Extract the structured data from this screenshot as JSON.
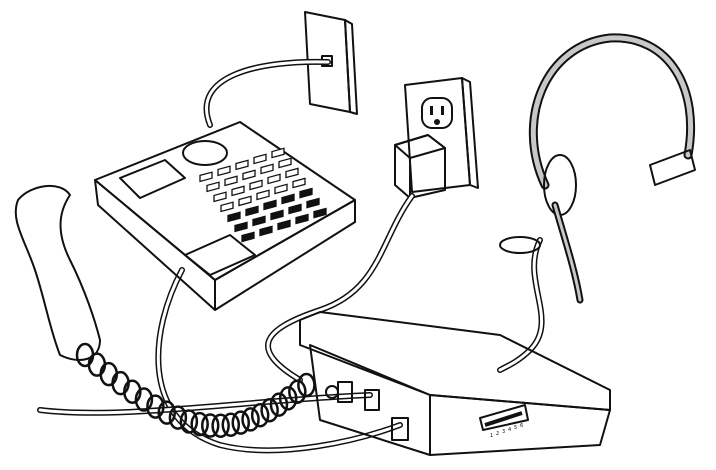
{
  "illustration": {
    "colors": {
      "line": "#111111",
      "shade": "#c8c8c8",
      "dark_shade": "#9a9a9a",
      "background": "#ffffff"
    },
    "parts": [
      "wall-phone-jack",
      "power-outlet",
      "power-adapter",
      "desk-telephone",
      "handset",
      "coiled-cord",
      "headset",
      "amplifier-base"
    ],
    "base_switch_labels": [
      "1",
      "2",
      "3",
      "4",
      "5",
      "6"
    ]
  }
}
